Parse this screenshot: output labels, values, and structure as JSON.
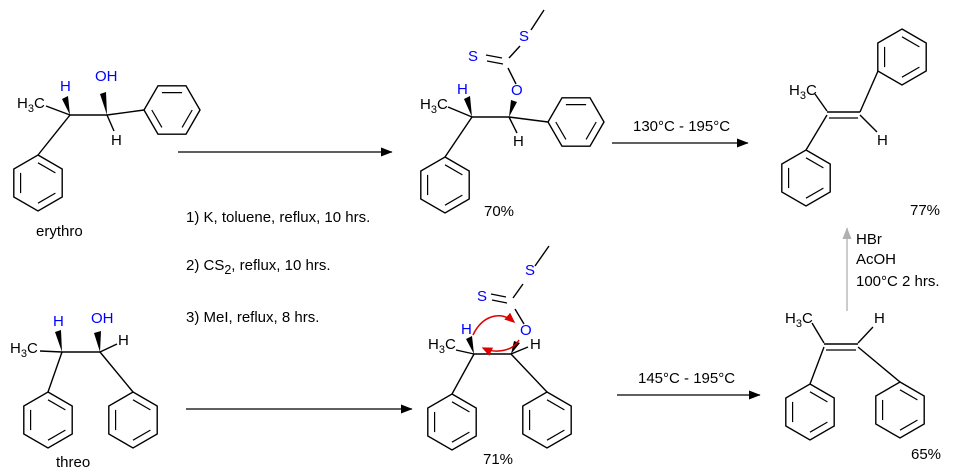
{
  "atoms": {
    "h": "H",
    "sub3": "3",
    "c": "C",
    "oh": "OH",
    "s": "S",
    "o": "O"
  },
  "compounds": {
    "erythro": {
      "name": "erythro"
    },
    "threo": {
      "name": "threo"
    },
    "xanthate_top": {
      "yield": "70%"
    },
    "xanthate_bottom": {
      "yield": "71%"
    },
    "product_top": {
      "yield": "77%"
    },
    "product_bottom": {
      "yield": "65%"
    }
  },
  "conditions": {
    "step1": "1) K, toluene, reflux, 10 hrs.",
    "step2_pre": "2) CS",
    "step2_sub": "2",
    "step2_post": ", reflux, 10 hrs.",
    "step3": "3) MeI, reflux, 8 hrs."
  },
  "arrows": {
    "top_temp": "130°C - 195°C",
    "bottom_temp": "145°C - 195°C",
    "gray_reagent1": "HBr",
    "gray_reagent2": "AcOH",
    "gray_condition": "100°C 2 hrs."
  },
  "colors": {
    "heteroatom_blue": "#0000ff",
    "mechanism_red": "#dd0000",
    "gray_arrow": "#b0b0b0"
  }
}
